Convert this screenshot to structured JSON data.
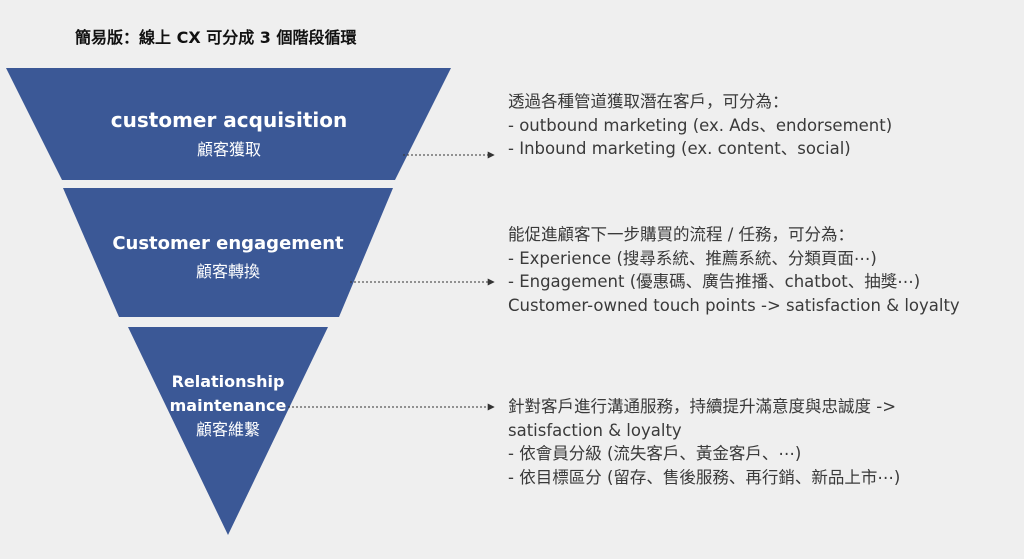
{
  "title": "簡易版：線上 CX 可分成 3 個階段循環",
  "colors": {
    "funnel": "#3b5896",
    "arrow": "#333333",
    "text": "#3a3a3a"
  },
  "stages": [
    {
      "title": "customer acquisition",
      "subtitle": "顧客獲取",
      "description": [
        "透過各種管道獲取潛在客戶，可分為：",
        "- outbound marketing (ex. Ads、endorsement)",
        "- Inbound marketing (ex. content、social)"
      ]
    },
    {
      "title": "Customer engagement",
      "subtitle": "顧客轉換",
      "description": [
        "能促進顧客下一步購買的流程 / 任務，可分為：",
        "- Experience (搜尋系統、推薦系統、分類頁面⋯)",
        "- Engagement (優惠碼、廣告推播、chatbot、抽獎⋯)",
        "Customer-owned touch points -> satisfaction & loyalty"
      ]
    },
    {
      "title_lines": [
        "Relationship",
        "maintenance"
      ],
      "subtitle": "顧客維繫",
      "description": [
        "針對客戶進行溝通服務，持續提升滿意度與忠誠度 ->",
        "satisfaction & loyalty",
        "- 依會員分級 (流失客戶、黃金客戶、⋯)",
        "- 依目標區分 (留存、售後服務、再行銷、新品上市⋯)"
      ]
    }
  ]
}
